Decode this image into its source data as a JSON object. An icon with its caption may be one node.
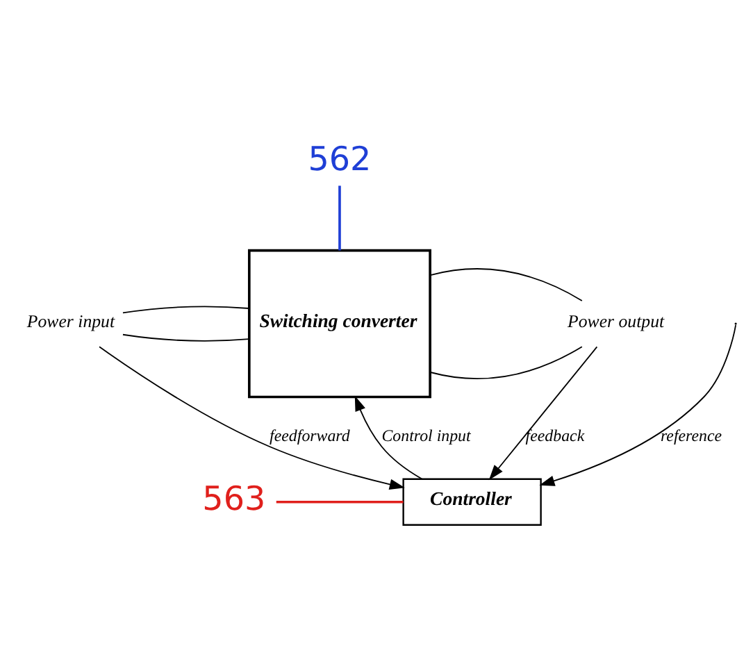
{
  "diagram": {
    "nodes": [
      {
        "text": [
          "562"
        ]
      },
      {
        "text": [
          "Power input"
        ]
      },
      {
        "text": [
          "Switching converter"
        ]
      },
      {
        "text": [
          "Power output"
        ]
      },
      {
        "text": [
          "Controller"
        ]
      },
      {
        "text": [
          "563"
        ]
      }
    ],
    "edges": [
      {
        "from": 0,
        "to": 2,
        "arrow": "none",
        "color": "#1f3fd6"
      },
      {
        "from": 1,
        "to": 2,
        "arrow": "none"
      },
      {
        "from": 1,
        "to": 2,
        "arrow": "none"
      },
      {
        "from": 2,
        "to": 3,
        "arrow": "none"
      },
      {
        "from": 2,
        "to": 3,
        "arrow": "none"
      },
      {
        "from": 1,
        "to": 4,
        "arrow": "to",
        "label": "feedforward"
      },
      {
        "from": 3,
        "to": 4,
        "arrow": "to",
        "label": "feedback"
      },
      {
        "from": 4,
        "to": 2,
        "arrow": "to",
        "label": "Control input"
      },
      {
        "from": null,
        "to": 4,
        "arrow": "to",
        "label": "reference"
      },
      {
        "from": 5,
        "to": 4,
        "arrow": "none",
        "color": "#e0201c"
      }
    ]
  }
}
